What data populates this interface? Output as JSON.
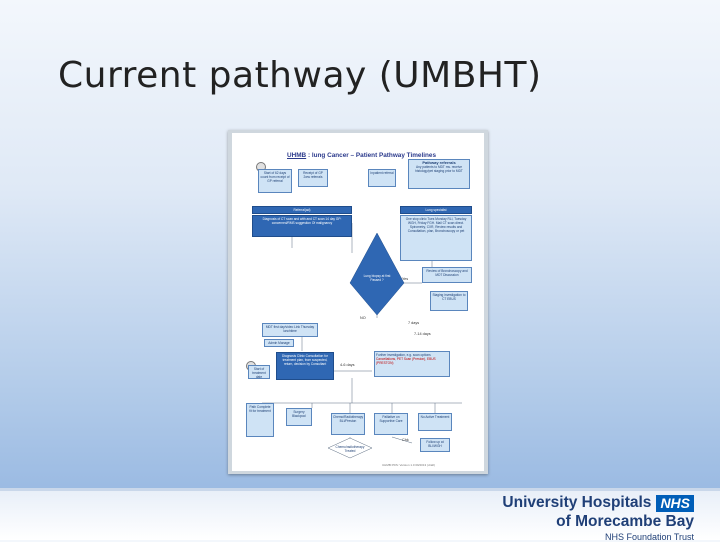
{
  "slide": {
    "title": "Current pathway (UMBHT)"
  },
  "document": {
    "title_org": "UHMB",
    "title_rest": " : lung Cancer – Patient Pathway Timelines",
    "boxes": {
      "start_day": "Start of 62 days count from receipt of GP referral",
      "receipt_gp": "Receipt of GP 2ww referrals",
      "pathway_referrals": "Pathway referrals",
      "pathway_referrals_note": "Any patients to MDT ms. receive histology/pet staging prior to MDT",
      "inpatient_referral": "Inpatient referral",
      "ref_header": "Referral(ad)",
      "ref_body": "Diagnosis of CT scan and with and CT scan 14 day GP: concerned/RMS suggestion Of malignancy",
      "cancer_nurse_header": "Lung specialist",
      "cancer_nurse_body": "One stop clinic Tues Monday RLI, Tuesday WGH, Friday FGH. Mail CT scan direct. Spirometry, CXR, Review results and Consultation, plan, Bronchoscopy or pet",
      "decision": "Lung biopsy at first Passed ?",
      "review_mdt": "Review of Bronchoscopy and MDT Discussion",
      "staging": "Staging investigation to CT EBUS",
      "mdt_q": "MDT first day/video Link Thursday lunchtime",
      "admin": "Admin Manage",
      "diagnosis_clinic": "Diagnosis Clinic Consultation for treatment plan, from suspected, return, decision by Consultant",
      "further_inv": "Further investigation, e.g. scan options",
      "further_inv_body": "Cancellations, PET Scan (Preston), EBUS (PRESTON)",
      "start_tx": "Start of treatment date",
      "pt_complete": "Path Complete fit for treatment",
      "surgery": "Surgery Blackpool",
      "chemo": "Chemo/Radiotherapy BLI/Preston",
      "palliative": "Palliative on Supportive Care",
      "no_active": "No Active Treatment",
      "chemo_note": "Chemo/radiotherapy Treated",
      "followup": "Follow up at BLI/WGH"
    },
    "labels": {
      "yes": "Yes",
      "no": "NO",
      "days7": "7 days",
      "days14": "7-14 days",
      "days46": "4-6 days",
      "cha": "Chk",
      "footer_note": "UHMB PDS: Version 1.0 09/2013 (draft)"
    }
  },
  "footer": {
    "line1": "University Hospitals",
    "nhs": "NHS",
    "line2": "of Morecambe Bay",
    "line3": "NHS Foundation Trust"
  },
  "colors": {
    "accent": "#1f3f77",
    "nhs_blue": "#005eb8",
    "box_light": "#cfe3f5",
    "box_dark": "#2f67b3"
  }
}
